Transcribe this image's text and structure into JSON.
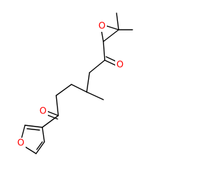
{
  "molecule": {
    "atoms": [
      {
        "id": "O_epox",
        "label": "O",
        "color": "#ff0000"
      },
      {
        "id": "O_top_ketone",
        "label": "O",
        "color": "#ff0000"
      },
      {
        "id": "O_left_ketone",
        "label": "O",
        "color": "#ff0000"
      },
      {
        "id": "O_furan",
        "label": "O",
        "color": "#ff0000"
      }
    ],
    "bond_color": "#000000"
  }
}
